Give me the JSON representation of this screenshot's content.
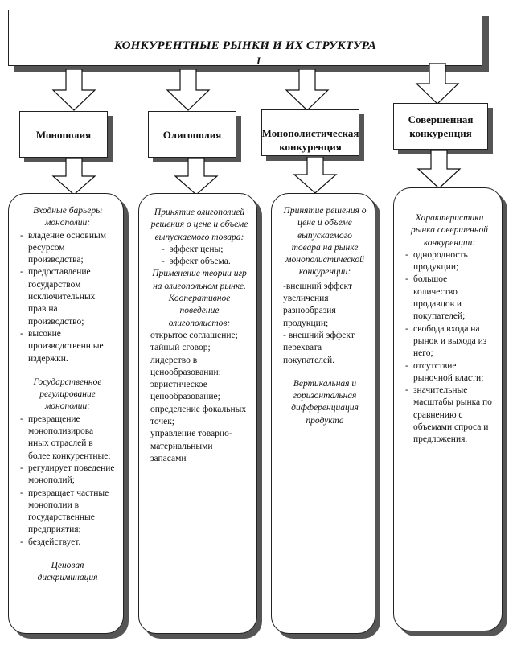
{
  "title": "КОНКУРЕНТНЫЕ РЫНКИ И ИХ СТРУКТУРА",
  "title_mark": "I",
  "columns": [
    {
      "header": "Монополия",
      "blocks": [
        {
          "heading": "Входные барьеры монополии:",
          "items": [
            "владение основным ресурсом производства;",
            "предоставление государством исключительных прав на производство;",
            "высокие производственн ые издержки."
          ]
        },
        {
          "heading": "Государственное регулирование монополии:",
          "items": [
            "превращение монополизирова нных отраслей в более конкурентные;",
            "регулирует поведение монополий;",
            "превращает частные монополии в государственные предприятия;",
            "бездействует."
          ]
        },
        {
          "heading": "Ценовая дискриминация",
          "items": []
        }
      ]
    },
    {
      "header": "Олигополия",
      "blocks": [
        {
          "heading": "Принятие олигополией решения о цене и объеме выпускаемого товара:",
          "items": [
            "эффект цены;",
            "эффект объема."
          ]
        },
        {
          "heading": "Применение теории игр на олигопольном рынке.",
          "items": []
        },
        {
          "heading": "Кооперативное поведение олигополистов:",
          "plain": [
            "открытое соглашение;",
            "тайный сговор;",
            "лидерство в ценообразовании;",
            "эвристическое ценообразование;",
            "определение фокальных точек;",
            "управление товарно-материальными запасами"
          ]
        }
      ]
    },
    {
      "header": "Монополистическая конкуренция",
      "blocks": [
        {
          "heading": "Принятие решения о цене и объеме выпускаемого товара на рынке монополистической конкуренции:",
          "plain": [
            "-внешний эффект увеличения разнообразия продукции;",
            "- внешний эффект перехвата покупателей."
          ]
        },
        {
          "heading": "Вертикальная и горизонтальная дифференциация продукта",
          "items": []
        }
      ]
    },
    {
      "header": "Совершенная конкуренция",
      "blocks": [
        {
          "heading": "Характеристики рынка совершенной конкуренции:",
          "items": [
            "однородность продукции;",
            "большое количество продавцов и покупателей;",
            "свобода входа на рынок и выхода из него;",
            "отсутствие рыночной власти;",
            "значительные масштабы рынка по сравнению с объемами спроса и предложения."
          ]
        }
      ]
    }
  ]
}
